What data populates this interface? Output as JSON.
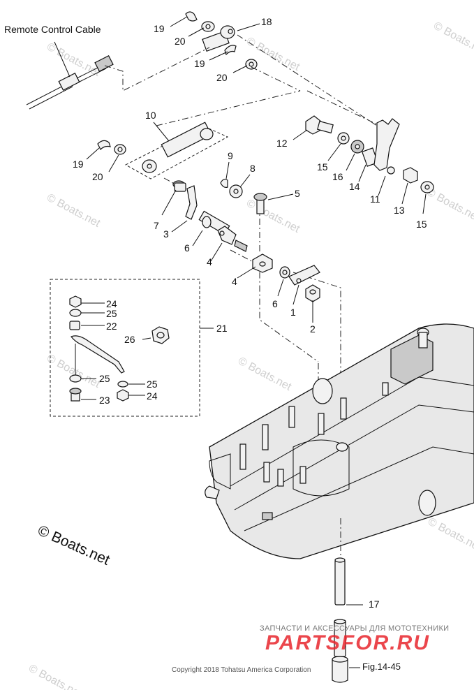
{
  "cable_label": "Remote Control Cable",
  "watermark": "© Boats.net",
  "copyright_mark": "© Boats.net",
  "copyright_line": "Copyright 2018 Tohatsu America Corporation",
  "ad_line1": "ЗАПЧАСТИ И АКСЕССУАРЫ ДЛЯ МОТОТЕХНИКИ",
  "ad_line2": "PARTSFOR.RU",
  "fig_ref": "Fig.14-45",
  "callouts": {
    "c1": "1",
    "c2": "2",
    "c3": "3",
    "c4a": "4",
    "c4b": "4",
    "c5": "5",
    "c6a": "6",
    "c6b": "6",
    "c7": "7",
    "c8": "8",
    "c9": "9",
    "c10": "10",
    "c11": "11",
    "c12": "12",
    "c13": "13",
    "c14": "14",
    "c15a": "15",
    "c15b": "15",
    "c16": "16",
    "c17": "17",
    "c18": "18",
    "c19a": "19",
    "c19b": "19",
    "c19c": "19",
    "c20a": "20",
    "c20b": "20",
    "c20c": "20",
    "c21": "21",
    "c22": "22",
    "c23": "23",
    "c24a": "24",
    "c24b": "24",
    "c25a": "25",
    "c25b": "25",
    "c25c": "25",
    "c26": "26"
  },
  "colors": {
    "ad_red": "#e8262d",
    "ad_gray": "#7a7a7a",
    "line": "#111111"
  }
}
